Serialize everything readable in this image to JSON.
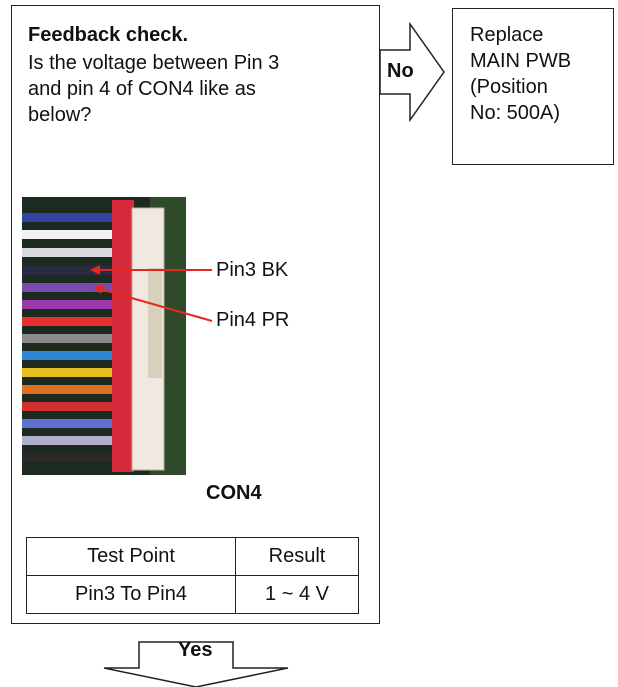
{
  "question": {
    "title": "Feedback check.",
    "line1": "Is the voltage between Pin 3",
    "line2": "and pin 4 of CON4 like as",
    "line3": "below?"
  },
  "no_branch": {
    "label": "No",
    "lines": [
      "Replace",
      "MAIN PWB",
      "(Position",
      "No: 500A)"
    ]
  },
  "photo": {
    "label_pin3": "Pin3 BK",
    "label_pin4": "Pin4 PR",
    "connector_label": "CON4",
    "callout_color": "#e8261e"
  },
  "table": {
    "headers": [
      "Test Point",
      "Result"
    ],
    "row": [
      "Pin3 To Pin4",
      "1 ~ 4 V"
    ]
  },
  "yes_branch": {
    "label": "Yes"
  }
}
